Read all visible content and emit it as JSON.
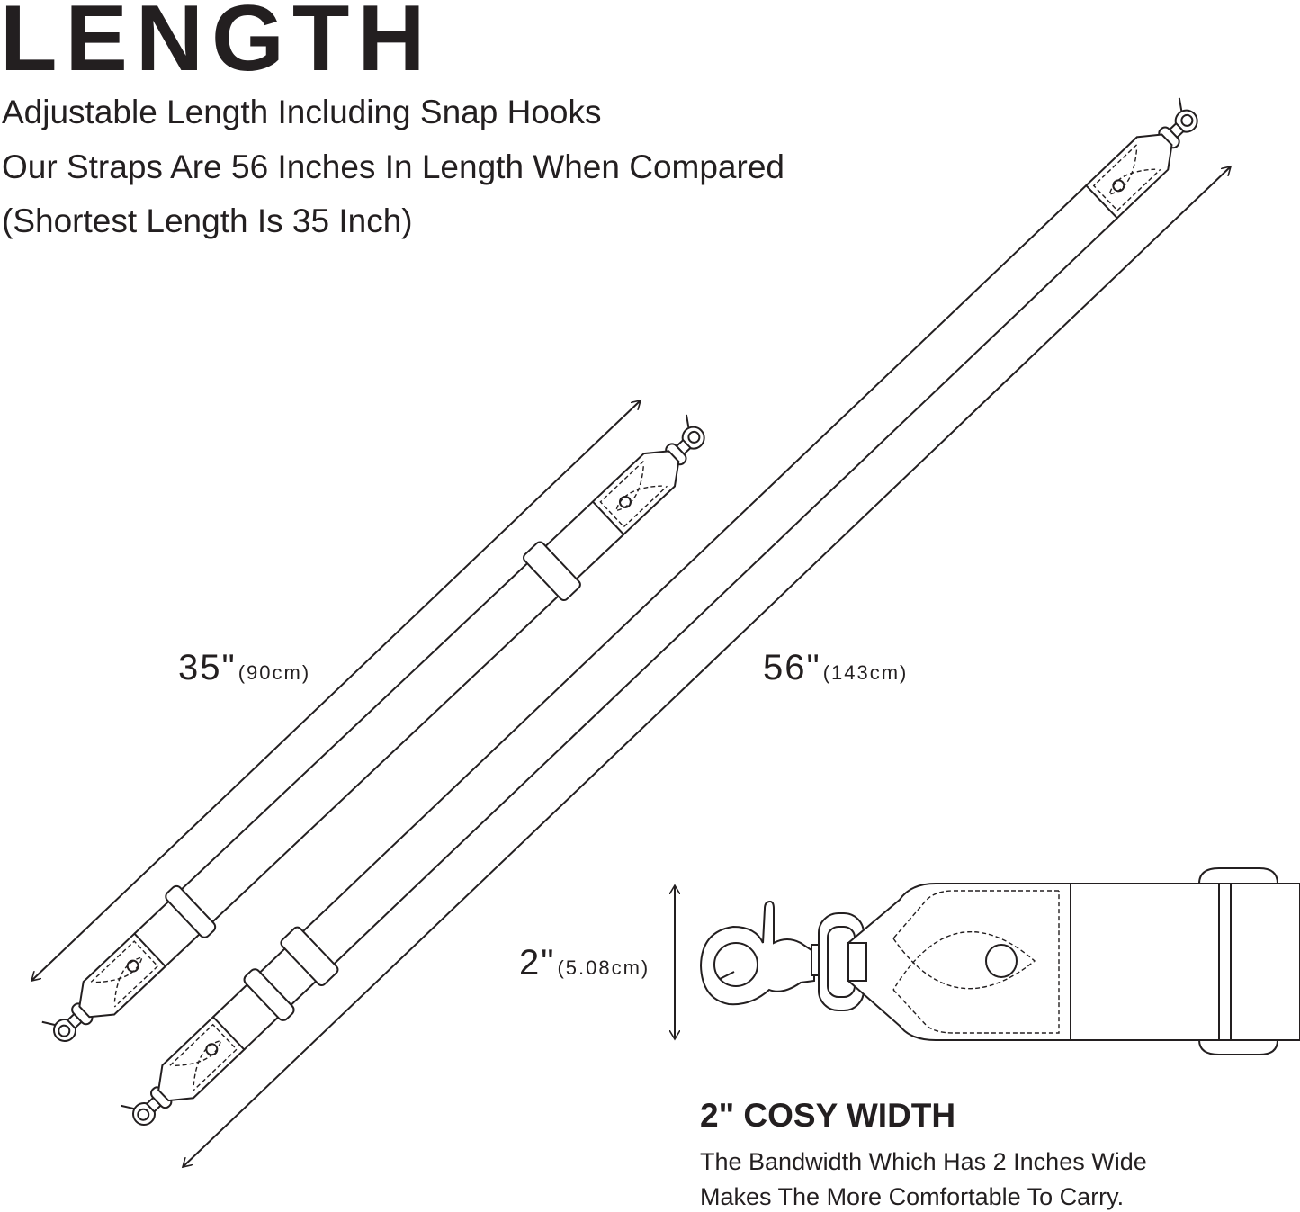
{
  "header": {
    "title": "LENGTH",
    "lines": [
      "Adjustable Length Including Snap Hooks",
      "Our Straps Are 56 Inches In Length When Compared",
      "(Shortest Length Is 35 Inch)"
    ]
  },
  "short_strap": {
    "inches": "35\"",
    "cm": "(90cm)"
  },
  "long_strap": {
    "inches": "56\"",
    "cm": "(143cm)"
  },
  "width_detail": {
    "inches": "2\"",
    "cm": "(5.08cm)"
  },
  "feature": {
    "title": "2\" COSY WIDTH",
    "lines": [
      "The Bandwidth Which Has 2 Inches Wide",
      "Makes The More Comfortable To Carry."
    ]
  }
}
